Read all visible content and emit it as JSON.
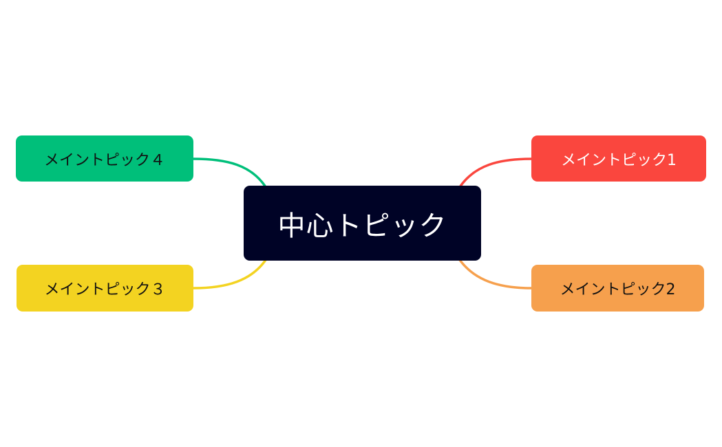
{
  "mindmap": {
    "central": {
      "label": "中心トピック",
      "color": "#000326",
      "text_color": "#ffffff"
    },
    "main_topics": [
      {
        "label": "メイントピック1",
        "color": "#fa463e",
        "text_color": "#ffffff",
        "side": "right",
        "position": "top"
      },
      {
        "label": "メイントピック2",
        "color": "#f6a04d",
        "text_color": "#111111",
        "side": "right",
        "position": "bottom"
      },
      {
        "label": "メイントピック３",
        "color": "#f3d321",
        "text_color": "#111111",
        "side": "left",
        "position": "bottom"
      },
      {
        "label": "メイントピック４",
        "color": "#00bf7a",
        "text_color": "#111111",
        "side": "left",
        "position": "top"
      }
    ],
    "connector_colors": {
      "topic1": "#fa463e",
      "topic2": "#f6a04d",
      "topic3": "#f3d321",
      "topic4": "#00bf7a"
    }
  }
}
